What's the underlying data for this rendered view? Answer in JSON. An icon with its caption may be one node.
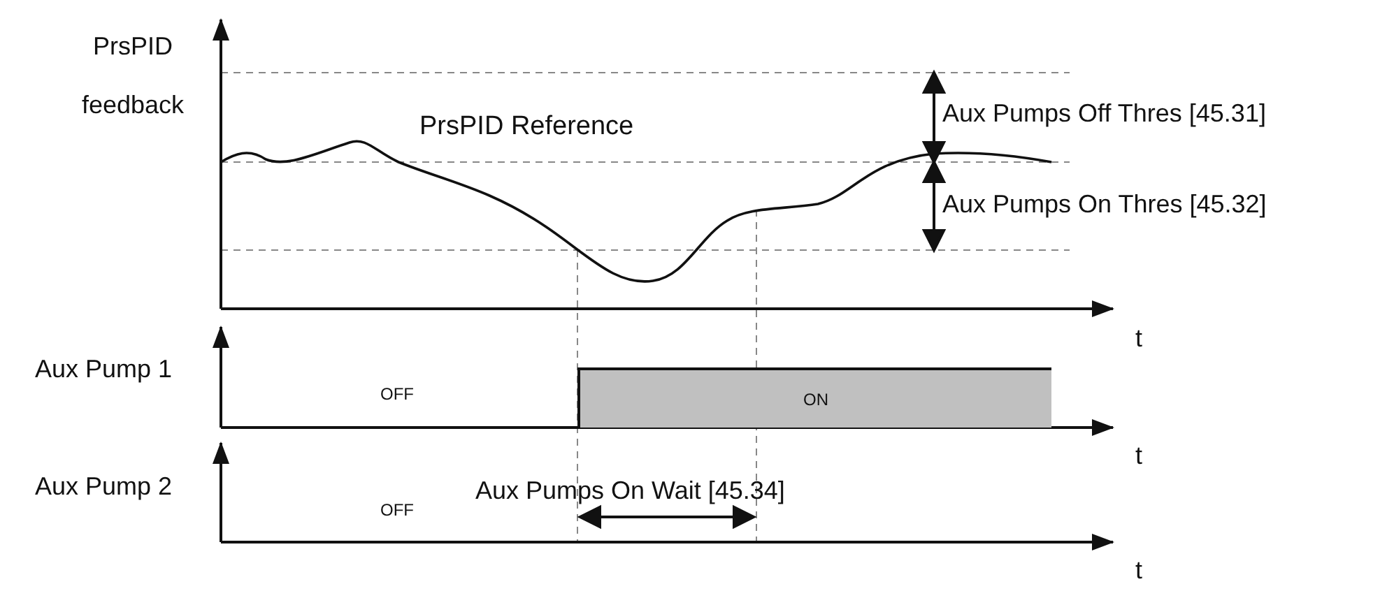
{
  "diagram": {
    "nodes": [
      {
        "text": [
          "ON"
        ]
      }
    ],
    "labels": [
      "PrsPID feedback",
      "PrsPID Reference",
      "Aux Pumps Off Thres [45.31]",
      "Aux Pumps On Thres [45.32]",
      "t",
      "Aux Pump 1",
      "OFF",
      "t",
      "Aux Pump 2",
      "Aux Pumps On Wait [45.34]",
      "OFF",
      "t"
    ]
  }
}
